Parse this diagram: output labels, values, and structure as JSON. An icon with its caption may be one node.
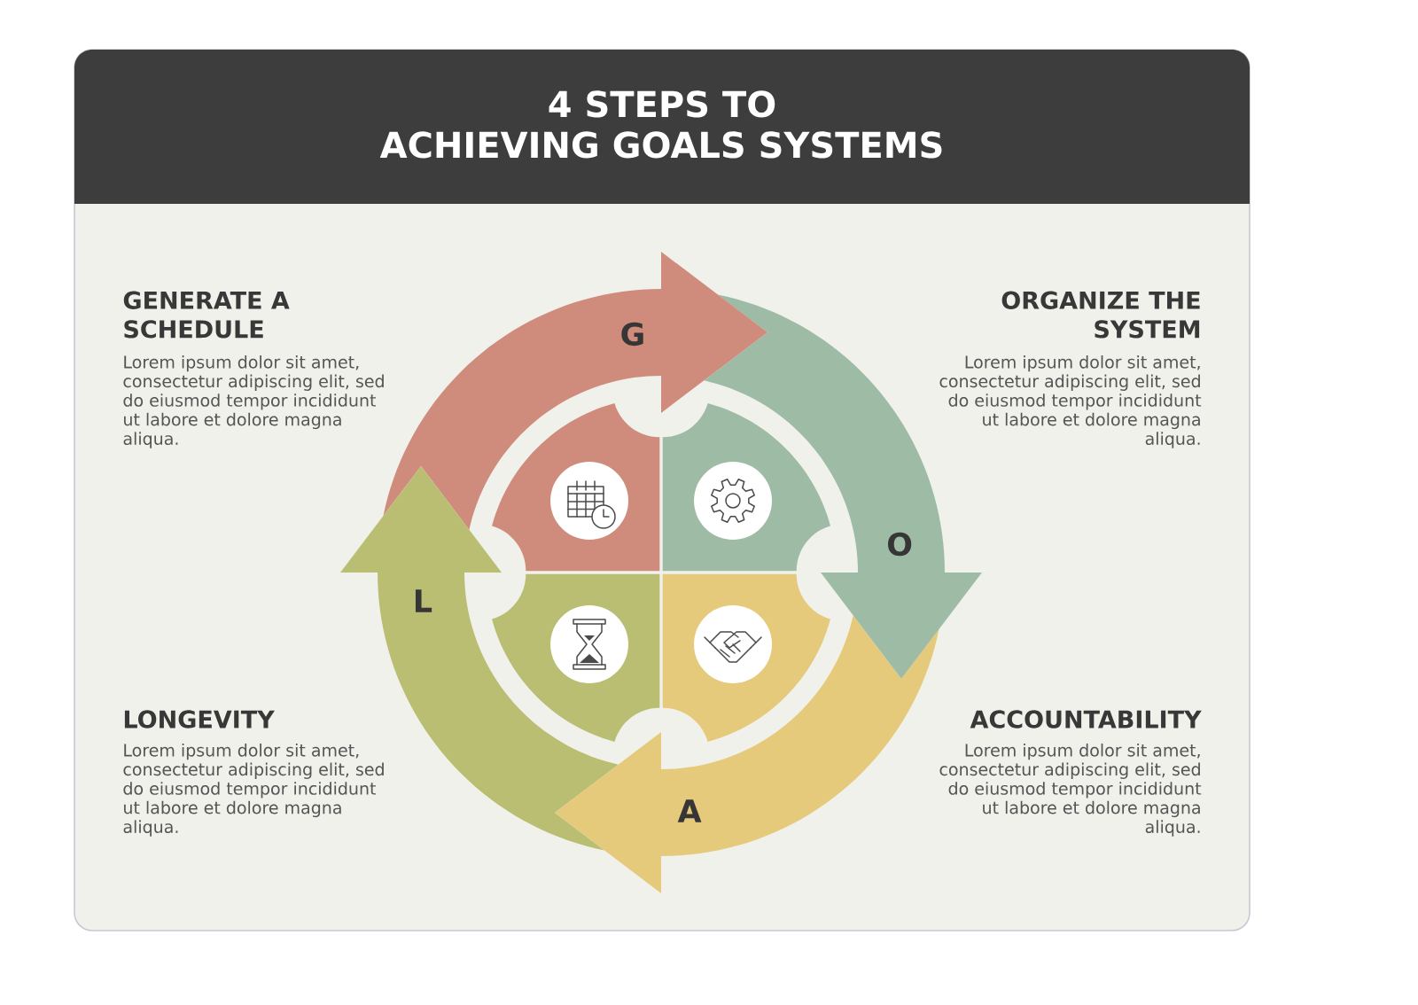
{
  "diagram": {
    "title": "4 STEPS TO ACHIEVING GOALS SYSTEMS",
    "nodes": [
      {
        "text": [
          "G"
        ],
        "beside": [
          "GENERATE A SCHEDULE",
          "Lorem ipsum dolor sit amet, consectetur adipiscing elit, sed do eiusmod tempor incididunt ut labore et dolore magna aliqua."
        ]
      },
      {
        "text": [
          "O"
        ],
        "beside": [
          "ORGANIZE THE SYSTEM",
          "Lorem ipsum dolor sit amet, consectetur adipiscing elit, sed do eiusmod tempor incididunt ut labore et dolore magna aliqua."
        ]
      },
      {
        "text": [
          "A"
        ],
        "beside": [
          "ACCOUNTABILITY",
          "Lorem ipsum dolor sit amet, consectetur adipiscing elit, sed do eiusmod tempor incididunt ut labore et dolore magna aliqua."
        ]
      },
      {
        "text": [
          "L"
        ],
        "beside": [
          "LONGEVITY",
          "Lorem ipsum dolor sit amet, consectetur adipiscing elit, sed do eiusmod tempor incididunt ut labore et dolore magna aliqua."
        ]
      }
    ],
    "edges": [
      {
        "from": 0,
        "to": 1,
        "arrow": "to",
        "color": "#cf8b7c"
      },
      {
        "from": 1,
        "to": 2,
        "arrow": "to",
        "color": "#9ebca5"
      },
      {
        "from": 2,
        "to": 3,
        "arrow": "to",
        "color": "#e6ca7c"
      },
      {
        "from": 3,
        "to": 0,
        "arrow": "to",
        "color": "#babe73"
      }
    ]
  }
}
